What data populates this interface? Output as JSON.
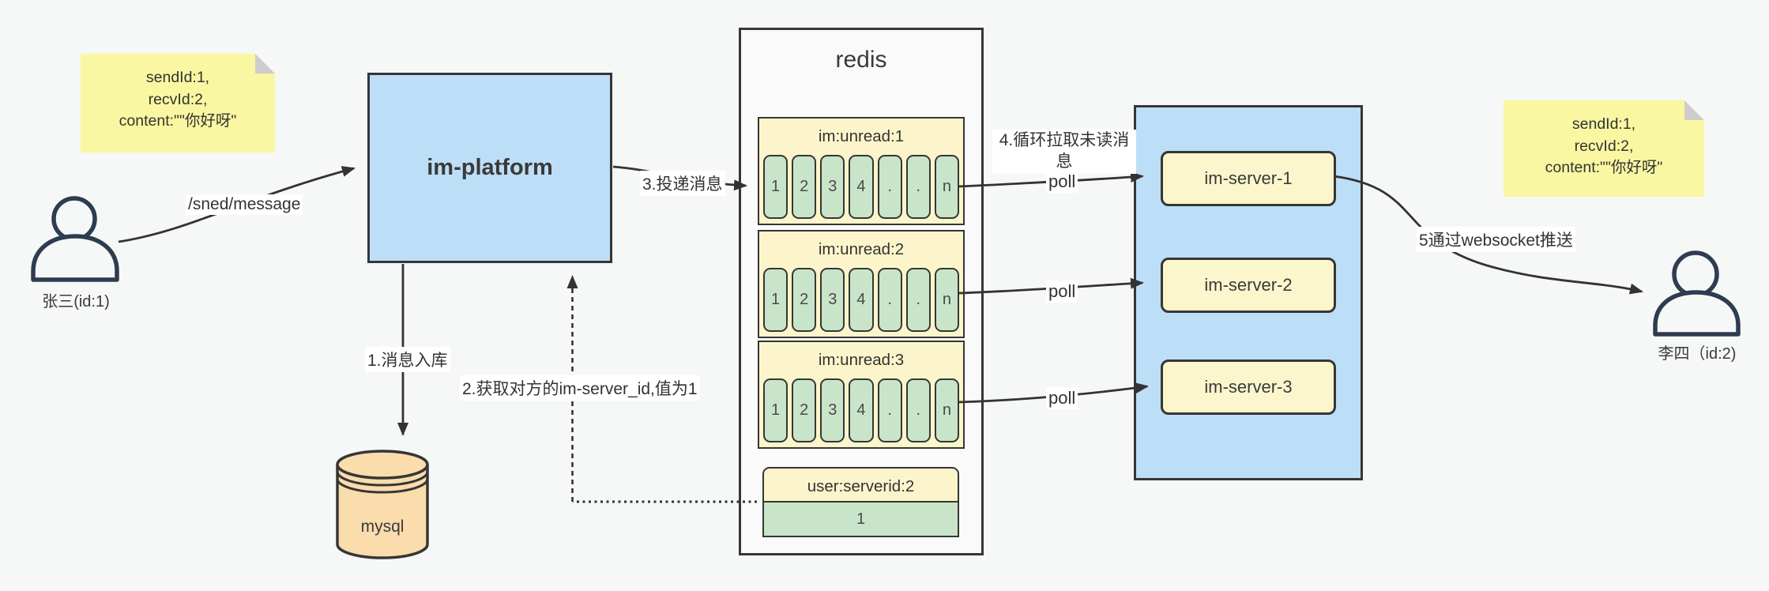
{
  "page": {
    "background": "#f6f7f7"
  },
  "colors": {
    "node_blue": "#bddef7",
    "note_yellow": "#f9f7a1",
    "queue_yellow": "#fcf5cb",
    "cell_green": "#c9e5c9",
    "mysql_tan": "#fadcad",
    "line_dark": "#363636",
    "fold_gray": "#cdcdcd"
  },
  "notes": {
    "left": {
      "lines": [
        "sendId:1,",
        "recvId:2,",
        "content:\"\"你好呀\""
      ]
    },
    "right": {
      "lines": [
        "sendId:1,",
        "recvId:2,",
        "content:\"\"你好呀\""
      ]
    }
  },
  "actors": {
    "sender": {
      "label": "张三(id:1)"
    },
    "receiver": {
      "label": "李四（id:2)"
    }
  },
  "platform": {
    "label": "im-platform"
  },
  "database": {
    "label": "mysql"
  },
  "redis": {
    "title": "redis",
    "queues": [
      {
        "title": "im:unread:1",
        "cells": [
          "1",
          "2",
          "3",
          "4",
          ".",
          ".",
          "n"
        ]
      },
      {
        "title": "im:unread:2",
        "cells": [
          "1",
          "2",
          "3",
          "4",
          ".",
          ".",
          "n"
        ]
      },
      {
        "title": "im:unread:3",
        "cells": [
          "1",
          "2",
          "3",
          "4",
          ".",
          ".",
          "n"
        ]
      }
    ],
    "mapping": {
      "key": "user:serverid:2",
      "value": "1"
    }
  },
  "cluster": {
    "servers": [
      "im-server-1",
      "im-server-2",
      "im-server-3"
    ]
  },
  "labels": {
    "send_api": "/sned/message",
    "step1": "1.消息入库",
    "step2": "2.获取对方的im-server_id,值为1",
    "step3": "3.投递消息",
    "step4": "4.循环拉取未读消息",
    "step5": "5通过websocket推送",
    "poll": "poll"
  }
}
